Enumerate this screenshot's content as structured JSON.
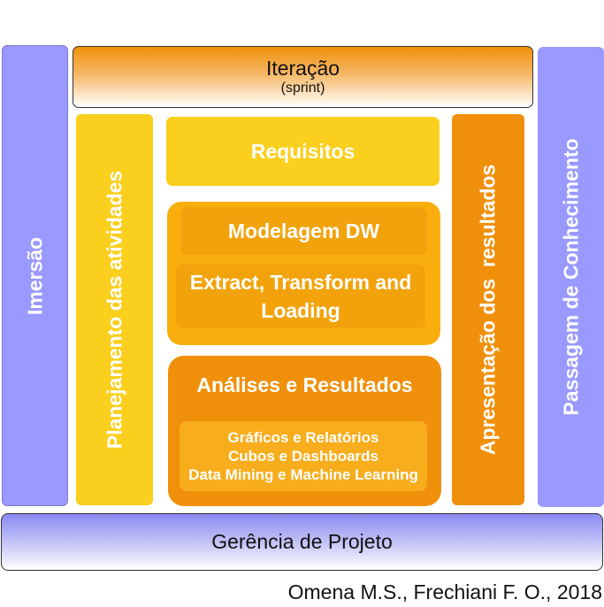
{
  "diagram": {
    "imersao": "Imersão",
    "iteracao": {
      "title": "Iteração",
      "subtitle": "(sprint)"
    },
    "planejamento": "Planejamento das atividades",
    "requisitos": "Requisitos",
    "modelagem": "Modelagem DW",
    "etl": {
      "line1": "Extract, Transform and",
      "line2": "Loading"
    },
    "analises": {
      "title": "Análises e Resultados",
      "items": [
        "Gráficos e Relatórios",
        "Cubos e Dashboards",
        "Data Mining e Machine Learning"
      ]
    },
    "apresentacao": "Apresentação dos  resultados",
    "passagem": "Passagem de Conhecimento",
    "gerencia": "Gerência de Projeto"
  },
  "credit": "Omena M.S., Frechiani F. O., 2018",
  "colors": {
    "lavender": "#9999ff",
    "yellow": "#fbcf1d",
    "light_orange": "#f9ae0d",
    "orange": "#f0900a"
  }
}
